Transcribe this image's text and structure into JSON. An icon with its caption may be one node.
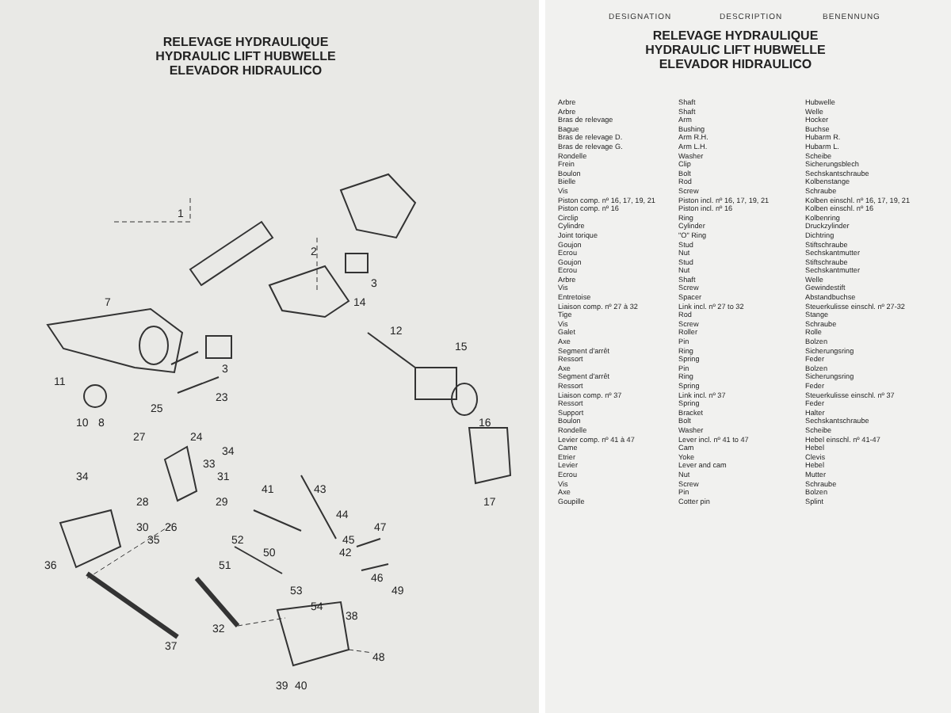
{
  "diagram": {
    "title": "RELEVAGE HYDRAULIQUE HYDRAULIC LIFT HUBWELLE ELEVADOR HIDRAULICO",
    "labels": [
      "RELEVAGE HYDRAULIQUE HYDRAULIC LIFT HUBWELLE ELEVADOR HIDRAULICO",
      "DESIGNATION",
      "DESCRIPTION",
      "BENENNUNG",
      "Arbre",
      "Shaft",
      "Hubwelle",
      "Arbre",
      "Shaft",
      "Welle",
      "Bras de relevage",
      "Arm",
      "Hocker",
      "Bague",
      "Bushing",
      "Buchse",
      "Bras de relevage D.",
      "Arm R.H.",
      "Hubarm R.",
      "Bras de relevage G.",
      "Arm L.H.",
      "Hubarm L.",
      "Rondelle",
      "Washer",
      "Scheibe",
      "Frein",
      "Clip",
      "Sicherungsblech",
      "Boulon",
      "Bolt",
      "Sechskantschraube",
      "Bielle",
      "Rod",
      "Kolbenstange",
      "Vis",
      "Screw",
      "Schraube",
      "Piston comp. nº 16, 17, 19, 21",
      "Piston incl. nº 16, 17, 19, 21",
      "Kolben einschl. nº 16, 17, 19, 21",
      "Piston comp. nº 16",
      "Piston incl. nº 16",
      "Kolben einschl. nº 16",
      "Circlip",
      "Ring",
      "Kolbenring",
      "Cylindre",
      "Cylinder",
      "Druckzylinder",
      "Joint torique",
      "\"O\" Ring",
      "Dichtring",
      "Goujon",
      "Stud",
      "Stiftschraube",
      "Ecrou",
      "Nut",
      "Sechskantmutter",
      "Goujon",
      "Stud",
      "Stiftschraube",
      "Ecrou",
      "Nut",
      "Sechskantmutter",
      "Arbre",
      "Shaft",
      "Welle",
      "Vis",
      "Screw",
      "Gewindestift",
      "Entretoise",
      "Spacer",
      "Abstandbuchse",
      "Liaison comp. nº 27 à 32",
      "Link incl. nº 27 to 32",
      "Steuerkulisse einschl. nº 27-32",
      "Tige",
      "Rod",
      "Stange",
      "Vis",
      "Screw",
      "Schraube",
      "Galet",
      "Roller",
      "Rolle",
      "Axe",
      "Pin",
      "Bolzen",
      "Segment d'arrêt",
      "Ring",
      "Sicherungsring",
      "Ressort",
      "Spring",
      "Feder",
      "Axe",
      "Pin",
      "Bolzen",
      "Segment d'arrêt",
      "Ring",
      "Sicherungsring",
      "Ressort",
      "Spring",
      "Feder",
      "Liaison comp. nº 37",
      "Link incl. nº 37",
      "Steuerkulisse einschl. nº 37",
      "Ressort",
      "Spring",
      "Feder",
      "Support",
      "Bracket",
      "Halter",
      "Boulon",
      "Bolt",
      "Sechskantschraube",
      "Rondelle",
      "Washer",
      "Scheibe",
      "Levier comp. nº 41 à 47",
      "Lever incl. nº 41 to 47",
      "Hebel einschl. nº 41-47",
      "Came",
      "Cam",
      "Hebel",
      "Etrier",
      "Yoke",
      "Clevis",
      "Levier",
      "Lever and cam",
      "Hebel",
      "Ecrou",
      "Nut",
      "Mutter",
      "Vis",
      "Screw",
      "Schraube",
      "Axe",
      "Pin",
      "Bolzen",
      "Goupille",
      "Cotter pin",
      "Splint",
      "1",
      "2",
      "3",
      "7",
      "14",
      "12",
      "15",
      "3",
      "11",
      "23",
      "25",
      "10",
      "8",
      "16",
      "27",
      "24",
      "34",
      "33",
      "34",
      "31",
      "41",
      "43",
      "28",
      "29",
      "17",
      "44",
      "30",
      "26",
      "47",
      "35",
      "52",
      "45",
      "50",
      "42",
      "36",
      "51",
      "46",
      "53",
      "49",
      "54",
      "38",
      "32",
      "37",
      "48",
      "39",
      "40"
    ]
  }
}
